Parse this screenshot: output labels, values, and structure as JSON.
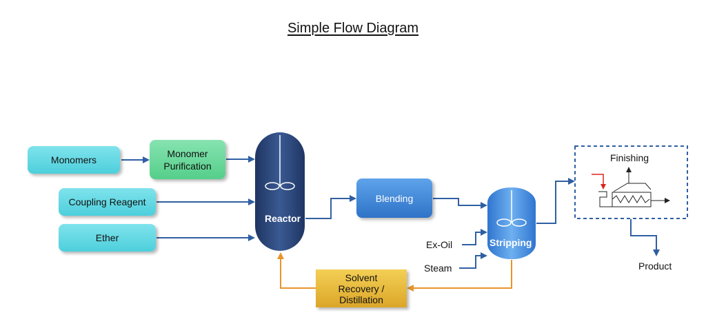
{
  "title": "Simple Flow Diagram",
  "nodes": {
    "monomers": "Monomers",
    "monomer_purification": "Monomer\nPurification",
    "coupling_reagent": "Coupling Reagent",
    "ether": "Ether",
    "reactor": "Reactor",
    "blending": "Blending",
    "stripping": "Stripping",
    "ex_oil": "Ex-Oil",
    "steam": "Steam",
    "solvent_recovery": "Solvent\nRecovery /\nDistillation",
    "finishing": "Finishing",
    "product": "Product"
  },
  "colors": {
    "process_line": "#2f5fa3",
    "recycle_line": "#e8942c",
    "reactor": "#263f6e",
    "feed_box": "#5ad3df",
    "purification_box": "#5fd392",
    "blending_box": "#3c84d6",
    "recovery_box": "#e6b83c",
    "finishing_border": "#2f5fa3",
    "finishing_feed": "#d9261c"
  }
}
